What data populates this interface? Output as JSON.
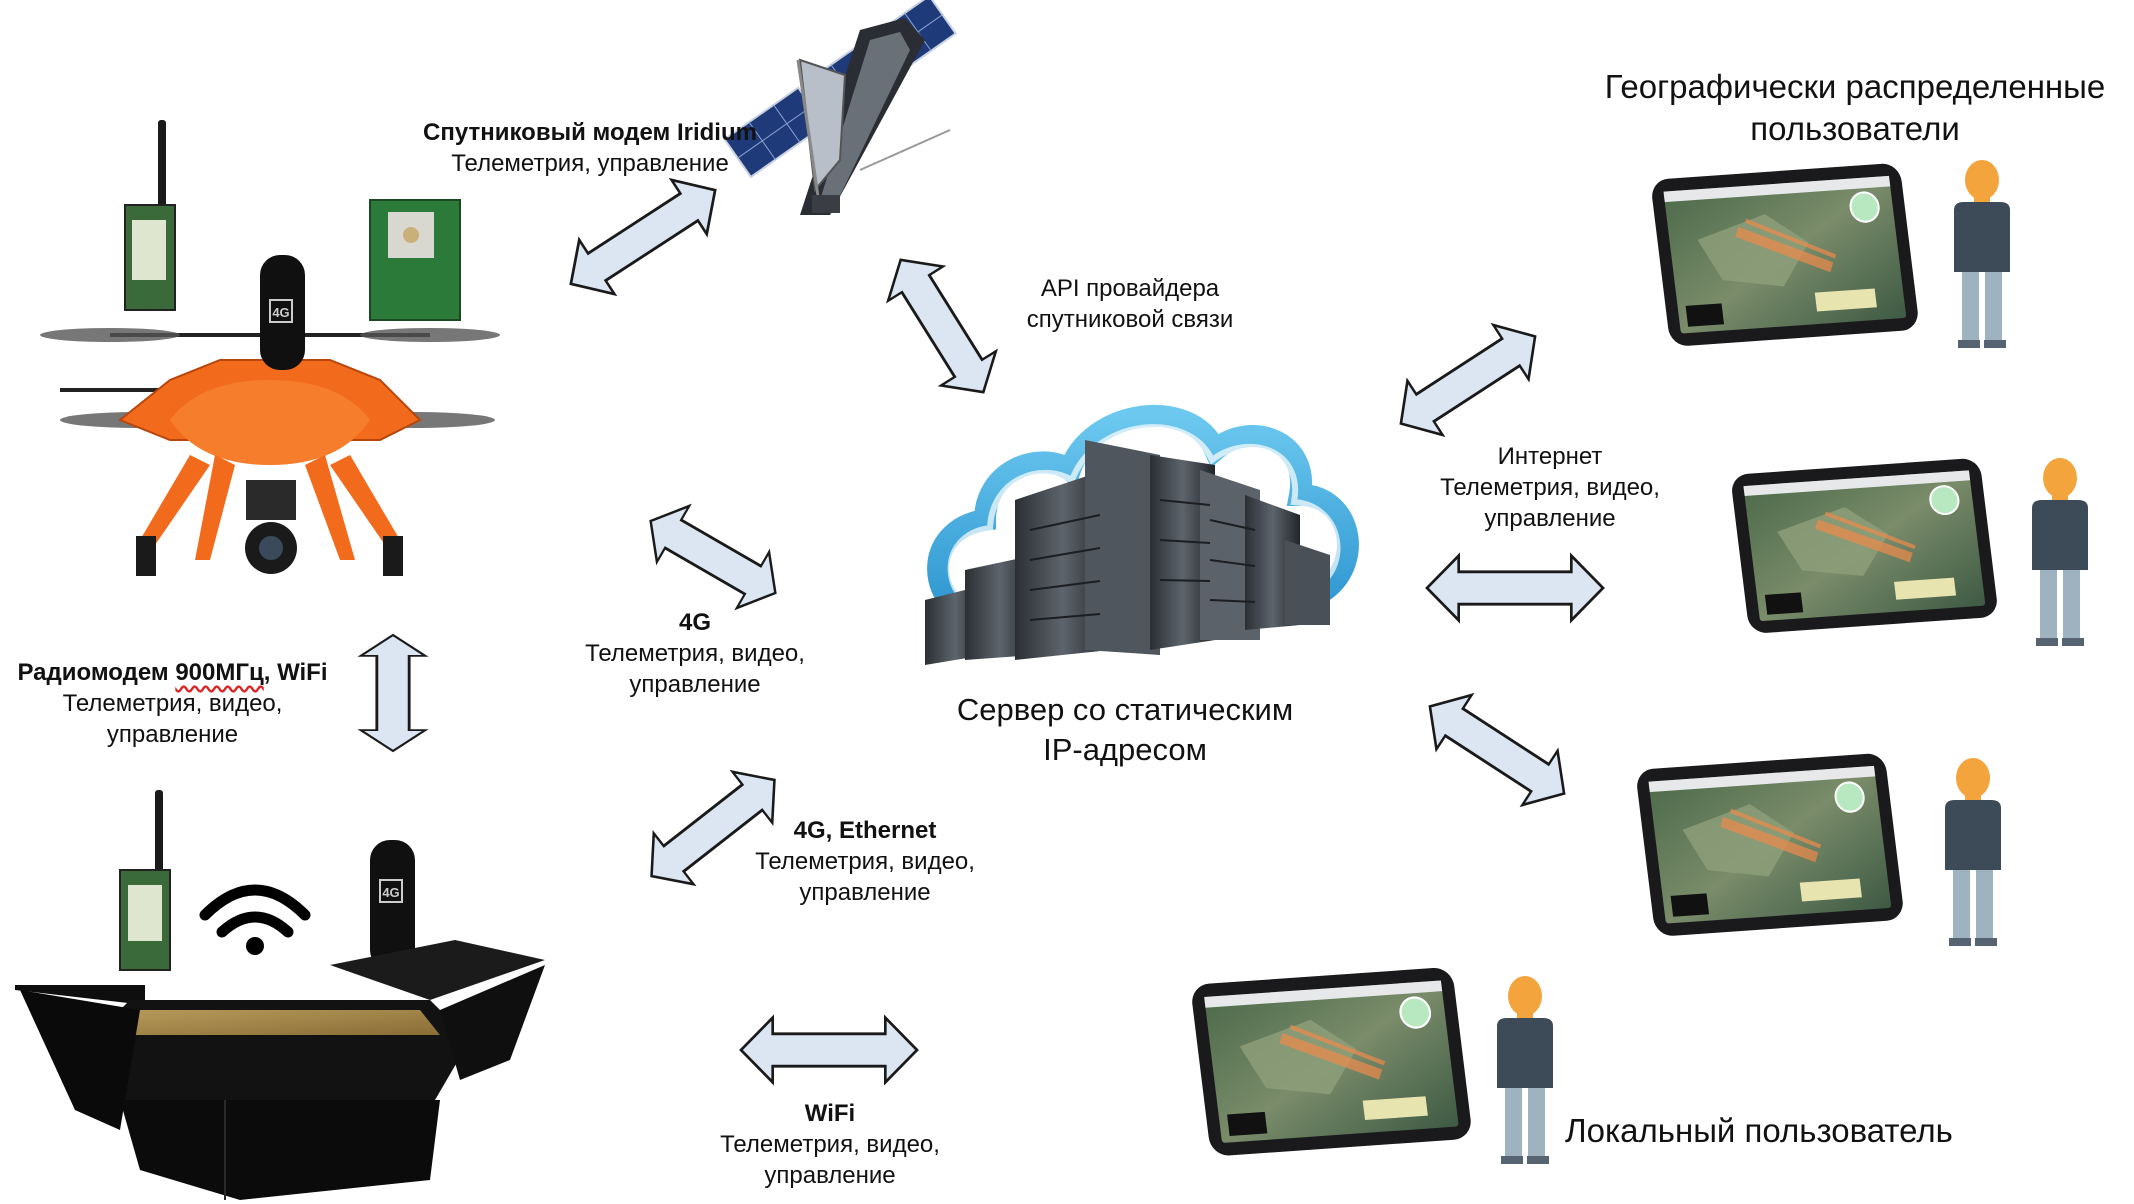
{
  "labels": {
    "satellite_modem": {
      "title": "Спутниковый модем Iridium",
      "desc": "Телеметрия, управление"
    },
    "api_provider": {
      "line1": "API провайдера",
      "line2": "спутниковой связи"
    },
    "radio_modem": {
      "title_part1": "Радиомодем ",
      "title_part2": "900МГц",
      "title_part3": ", WiFi",
      "desc1": "Телеметрия, видео,",
      "desc2": "управление"
    },
    "link_4g": {
      "title": "4G",
      "desc1": "Телеметрия, видео,",
      "desc2": "управление"
    },
    "link_4g_ethernet": {
      "title": "4G, Ethernet",
      "desc1": "Телеметрия, видео,",
      "desc2": "управление"
    },
    "link_wifi": {
      "title": "WiFi",
      "desc1": "Телеметрия, видео,",
      "desc2": "управление"
    },
    "internet": {
      "title": "Интернет",
      "desc1": "Телеметрия, видео,",
      "desc2": "управление"
    },
    "server": {
      "line1": "Сервер со статическим",
      "line2": "IP-адресом"
    },
    "distributed_users": {
      "line1": "Географически распределенные",
      "line2": "пользователи"
    },
    "local_user": {
      "text": "Локальный пользователь"
    },
    "modem_badge": "4G"
  },
  "colors": {
    "arrow_fill": "#dce6f2",
    "arrow_stroke": "#1a1a1a",
    "drone_orange": "#f26a1b",
    "cloud_blue": "#4bb6e6",
    "person_shirt": "#3d4a57",
    "person_skin": "#f4a43c",
    "person_pants": "#9fb2bf"
  },
  "icons": [
    "satellite-icon",
    "drone-icon",
    "ground-station-icon",
    "wifi-icon",
    "cloud-server-icon",
    "tablet-icon",
    "person-icon"
  ]
}
